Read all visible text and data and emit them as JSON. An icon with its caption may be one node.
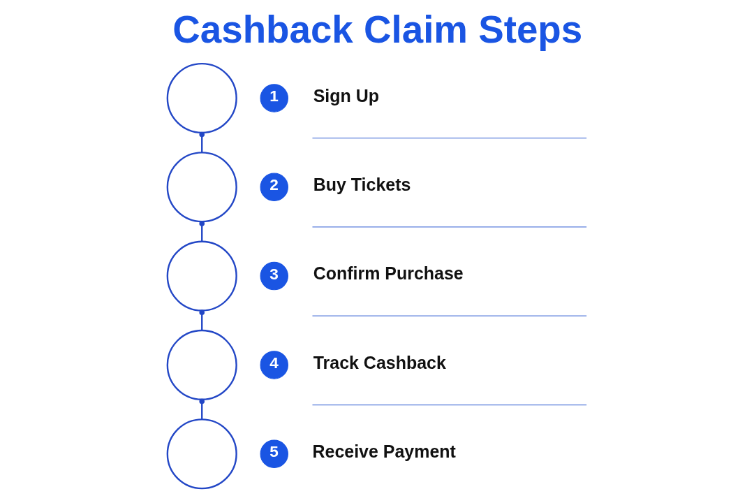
{
  "diagram": {
    "title": "Cashback Claim Steps",
    "nodes": [
      {
        "text": [],
        "shape": "circle"
      },
      {
        "text": [
          "1"
        ],
        "beside": [
          "Sign Up"
        ]
      },
      {
        "text": [],
        "shape": "circle"
      },
      {
        "text": [
          "2"
        ],
        "beside": [
          "Buy Tickets"
        ]
      },
      {
        "text": [],
        "shape": "circle"
      },
      {
        "text": [
          "3"
        ],
        "beside": [
          "Confirm Purchase"
        ]
      },
      {
        "text": [],
        "shape": "circle"
      },
      {
        "text": [
          "4"
        ],
        "beside": [
          "Track Cashback"
        ]
      },
      {
        "text": [],
        "shape": "circle"
      },
      {
        "text": [
          "5"
        ],
        "beside": [
          "Receive Payment"
        ]
      }
    ],
    "edges": [
      {
        "from": 0,
        "to": 2,
        "arrow": "other"
      },
      {
        "from": 2,
        "to": 4,
        "arrow": "other"
      },
      {
        "from": 4,
        "to": 6,
        "arrow": "other"
      },
      {
        "from": 6,
        "to": 8,
        "arrow": "other"
      }
    ]
  }
}
